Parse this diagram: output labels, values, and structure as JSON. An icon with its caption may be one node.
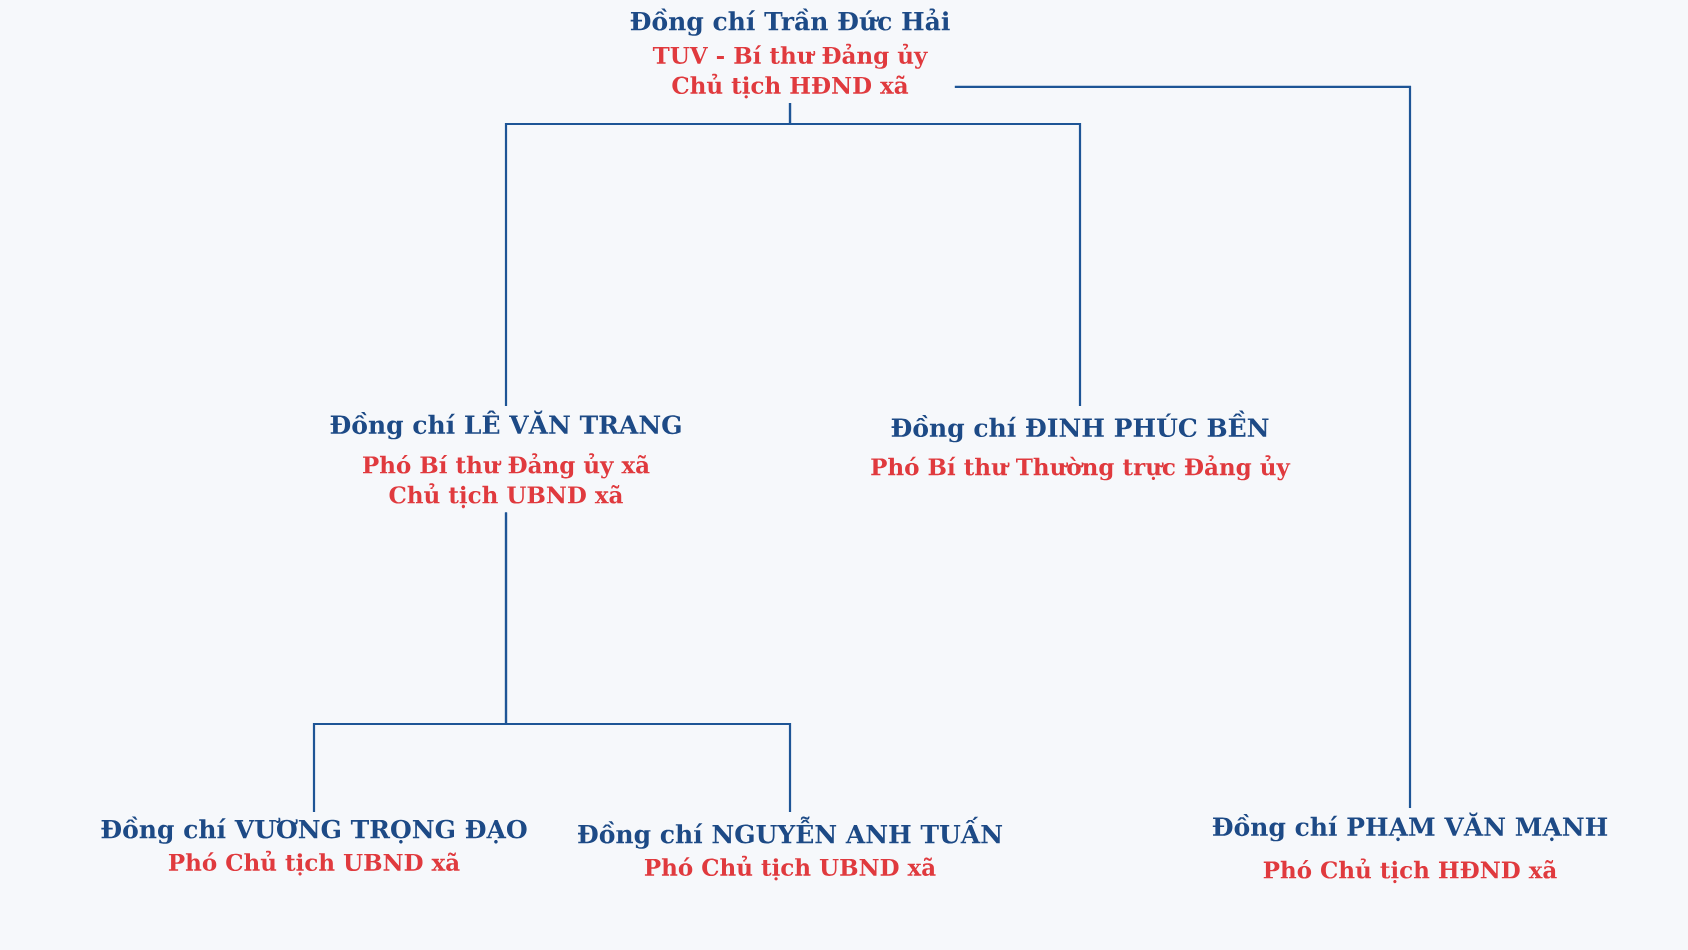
{
  "diagram": {
    "nodes": [
      {
        "text": [
          "Đồng chí Trần Đức Hải",
          "TUV - Bí thư Đảng ủy Chủ tịch HĐND xã"
        ]
      },
      {
        "text": [
          "Đồng chí LÊ VĂN TRANG",
          "Phó Bí thư Đảng ủy xã Chủ tịch UBND xã"
        ]
      },
      {
        "text": [
          "Đồng chí ĐINH PHÚC BỀN",
          "Phó Bí thư Thường trực Đảng ủy"
        ]
      },
      {
        "text": [
          "Đồng chí VƯƠNG TRỌNG ĐẠO",
          "Phó Chủ tịch UBND xã"
        ]
      },
      {
        "text": [
          "Đồng chí NGUYỄN ANH TUẤN",
          "Phó Chủ tịch UBND xã"
        ]
      },
      {
        "text": [
          "Đồng chí PHẠM VĂN MẠNH",
          "Phó Chủ tịch HĐND xã"
        ]
      }
    ],
    "edges": [
      {
        "from": 0,
        "to": 1,
        "arrow": "none"
      },
      {
        "from": 0,
        "to": 2,
        "arrow": "none"
      },
      {
        "from": 0,
        "to": 5,
        "arrow": "none"
      },
      {
        "from": 1,
        "to": 3,
        "arrow": "none"
      },
      {
        "from": 1,
        "to": 4,
        "arrow": "none"
      }
    ]
  }
}
